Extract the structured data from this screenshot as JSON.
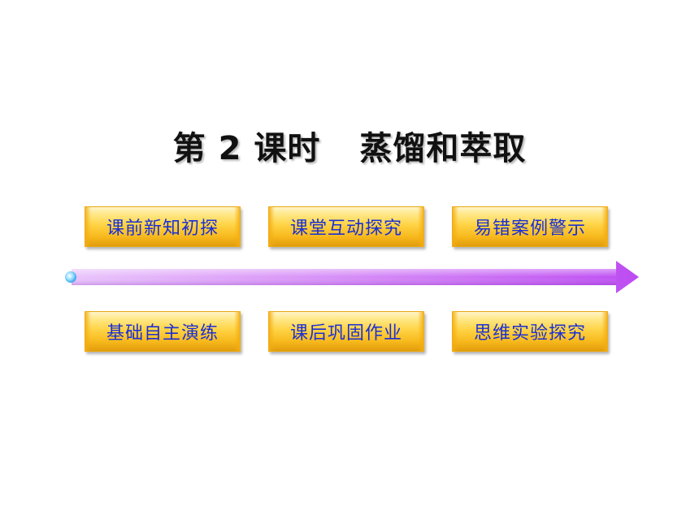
{
  "title": {
    "part1": "第 2 课时",
    "part2": "蒸馏和萃取"
  },
  "buttons": [
    {
      "label": "课前新知初探"
    },
    {
      "label": "课堂互动探究"
    },
    {
      "label": "易错案例警示"
    },
    {
      "label": "基础自主演练"
    },
    {
      "label": "课后巩固作业"
    },
    {
      "label": "思维实验探究"
    }
  ],
  "colors": {
    "button_text": "#1b2fd6",
    "button_fill": "#ffd446",
    "arrow": "#c860f4",
    "arrow_dot": "#7fd0ff"
  }
}
